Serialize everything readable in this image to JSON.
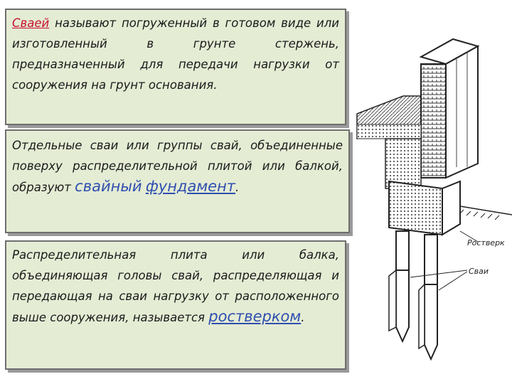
{
  "box1": {
    "term": "Сваей",
    "text": "называют погруженный в готовом виде или изготовленный в грунте стержень, предназначенный для передачи нагрузки от сооружения на грунт основания."
  },
  "box2": {
    "text": "Отдельные сваи или группы свай, объединенные поверху распределительной плитой или балкой, образуют",
    "term_line1": "свайный",
    "term_line2": "фундамент",
    "end": "."
  },
  "box3": {
    "text": "Распределительная плита или балка, объединяющая головы свай, распределяющая и передающая на сваи нагрузку от расположенного выше сооружения, называется",
    "term": "ростверком",
    "end": "."
  },
  "diagram": {
    "label_rostverk": "Ростверк",
    "label_svai": "Сваи"
  }
}
